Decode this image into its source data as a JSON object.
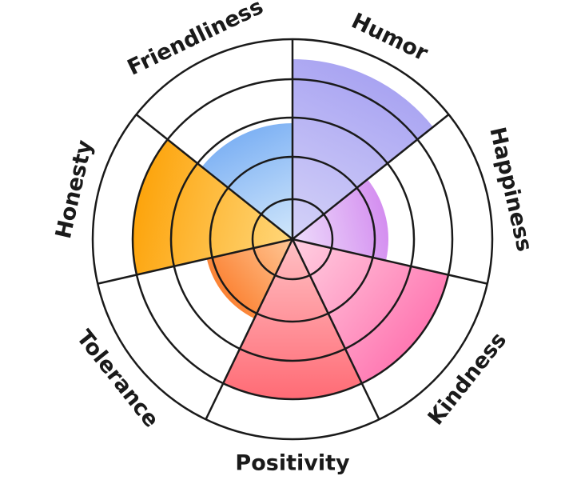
{
  "chart_data": {
    "type": "radial-bar",
    "title": "",
    "scale": {
      "min": 0,
      "max": 5,
      "rings": 5
    },
    "start_direction": "top",
    "direction": "clockwise",
    "categories": [
      "Humor",
      "Happiness",
      "Kindness",
      "Positivity",
      "Tolerance",
      "Honesty",
      "Friendliness"
    ],
    "values": [
      4.5,
      2.4,
      4.0,
      4.0,
      2.2,
      4.0,
      2.9
    ],
    "colors": [
      [
        "#d4d2f8",
        "#a9a4f2"
      ],
      [
        "#eddcfb",
        "#d48ef0"
      ],
      [
        "#ffd0e1",
        "#ff78b2"
      ],
      [
        "#ffc0c4",
        "#ff6b75"
      ],
      [
        "#ffc796",
        "#fb8233"
      ],
      [
        "#ffd77a",
        "#fda40c"
      ],
      [
        "#d1e7fb",
        "#7fb2f4"
      ]
    ],
    "grid": true,
    "legend": "none"
  }
}
